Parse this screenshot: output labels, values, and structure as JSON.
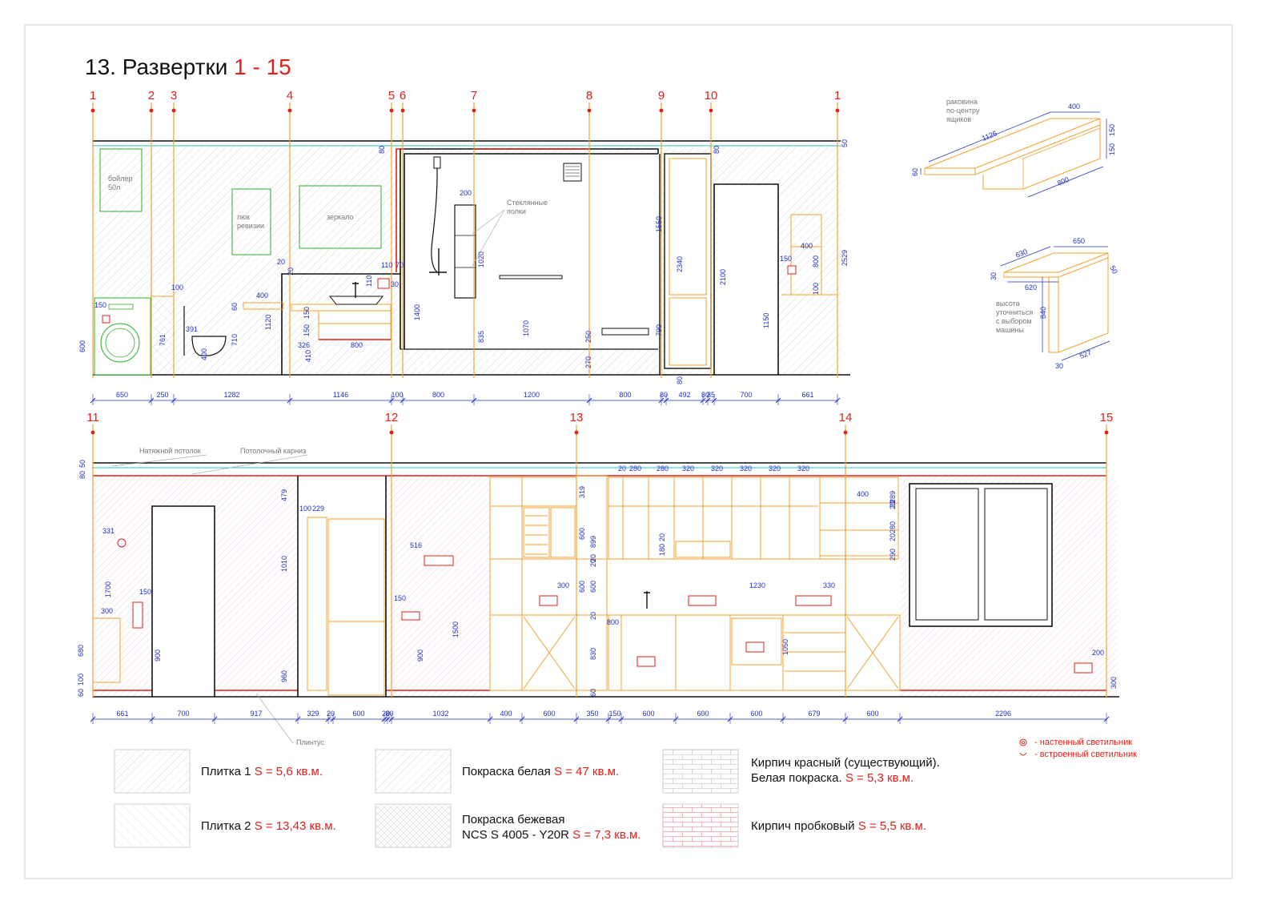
{
  "title": {
    "main": "13. Развертки",
    "range": "1 - 15"
  },
  "colors": {
    "orange": "#f0a030",
    "red": "#e0201a",
    "blue": "#2030c0",
    "green": "#2ab02a",
    "black": "#111111",
    "gray": "#8c8c8c",
    "cyan": "#30b8c8"
  },
  "axes_top": [
    "1",
    "2",
    "3",
    "4",
    "5",
    "6",
    "7",
    "8",
    "9",
    "10",
    "1"
  ],
  "axes_bottom": [
    "11",
    "12",
    "13",
    "14",
    "15"
  ],
  "dims_top": [
    "650",
    "250",
    "1282",
    "1146",
    "100",
    "800",
    "1200",
    "800",
    "80",
    "492",
    "80",
    "35",
    "700",
    "661"
  ],
  "dims_bottom": [
    "661",
    "700",
    "917",
    "329",
    "20",
    "600",
    "20",
    "80",
    "1032",
    "400",
    "600",
    "350",
    "150",
    "600",
    "600",
    "600",
    "679",
    "600",
    "2296"
  ],
  "elevation_top_labels": {
    "boiler": [
      "бойлер",
      "50л"
    ],
    "hatch": [
      "люк",
      "ревизии"
    ],
    "mirror": "зеркало",
    "shelves": [
      "Стеклянные",
      "полки"
    ]
  },
  "elevation_top_dims": {
    "d80a": "80",
    "d50a": "50",
    "d80b": "80",
    "d2529": "2529",
    "d1550": "1550",
    "d2340": "2340",
    "d2100": "2100",
    "d1150": "1150",
    "d790": "790",
    "d80c": "80",
    "d270": "270",
    "d250": "250",
    "d1070": "1070",
    "d835": "835",
    "d1020": "1020",
    "d200": "200",
    "d1400": "1400",
    "d110a": "110",
    "d70": "70",
    "d30": "30",
    "d110b": "110",
    "d20a": "20",
    "d20b": "20",
    "d1120": "1120",
    "d710": "710",
    "d60": "60",
    "d400a": "400",
    "d391": "391",
    "d400b": "400",
    "d761": "761",
    "d100a": "100",
    "d150a": "150",
    "d600": "600",
    "d326": "326",
    "d800": "800",
    "d410": "410",
    "d150b": "150",
    "d150c": "150",
    "d150d": "150",
    "d400c": "400",
    "d800b": "800",
    "d100b": "100"
  },
  "sink_iso": {
    "label": [
      "раковина",
      "по-центру",
      "ящиков"
    ],
    "dims": [
      "1126",
      "400",
      "150",
      "150",
      "800",
      "60"
    ]
  },
  "machine_iso": {
    "label": [
      "высота",
      "уточниться",
      "с выбором",
      "машины"
    ],
    "dims": [
      "650",
      "630",
      "30",
      "620",
      "50",
      "840",
      "30",
      "527"
    ]
  },
  "elevation_bottom_labels": {
    "ceiling": "Натяжной потолок",
    "cornice": "Потолочный карниз",
    "plinth": "Плинтус"
  },
  "elevation_bottom_dims": {
    "d80": "80",
    "d50": "50",
    "d331": "331",
    "d1700": "1700",
    "d150a": "150",
    "d300a": "300",
    "d680": "680",
    "d900a": "900",
    "d60": "60",
    "d100": "100",
    "d479": "479",
    "d1010": "1010",
    "d960": "960",
    "d100b": "100",
    "d229": "229",
    "d516": "516",
    "d150b": "150",
    "d900b": "900",
    "d1500": "1500",
    "d319": "319",
    "d899": "899",
    "d600a": "600",
    "d20a": "20",
    "d600b": "600",
    "d20b": "20",
    "d830": "830",
    "d60b": "60",
    "d300b": "300",
    "d600c": "600",
    "d20c": "20",
    "d800": "800",
    "k20": "20",
    "k280a": "280",
    "k280b": "280",
    "k320a": "320",
    "k320b": "320",
    "k320c": "320",
    "k320d": "320",
    "k320e": "320",
    "d180": "180",
    "d20d": "20",
    "d1230": "1230",
    "d330": "330",
    "d1050": "1050",
    "d400": "400",
    "d289": "289",
    "d20e": "20",
    "d280": "280",
    "d20f": "20",
    "d290": "290",
    "d20g": "20",
    "d200": "200",
    "d300c": "300"
  },
  "legend": [
    {
      "name": "Плитка 1 ",
      "area": "S = 5,6 кв.м."
    },
    {
      "name": "Плитка 2 ",
      "area": "S = 13,43 кв.м."
    },
    {
      "name": "Покраска белая ",
      "area": "S = 47 кв.м."
    },
    {
      "name": "Покраска бежевая",
      "name2": "NCS S 4005 - Y20R ",
      "area": "S = 7,3 кв.м."
    },
    {
      "name": "Кирпич красный (существующий).",
      "name2": "Белая покраска. ",
      "area": "S = 5,3 кв.м."
    },
    {
      "name": "Кирпич пробковый ",
      "area": "S = 5,5 кв.м."
    }
  ],
  "symbols": [
    {
      "icon": "wall-lamp-icon",
      "label": "- настенный светильник"
    },
    {
      "icon": "recessed-lamp-icon",
      "label": "- встроенный светильник"
    }
  ]
}
